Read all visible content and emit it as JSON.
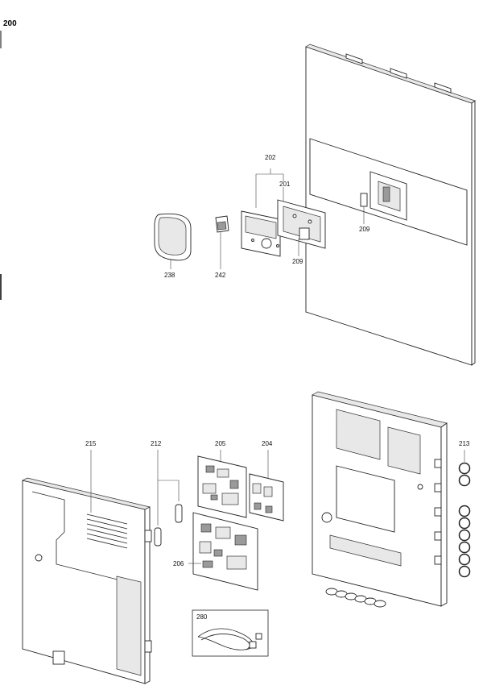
{
  "header": {
    "title": "200"
  },
  "callouts": {
    "c202": "202",
    "c201": "201",
    "c209a": "209",
    "c209b": "209",
    "c238": "238",
    "c242": "242",
    "c215": "215",
    "c212": "212",
    "c205": "205",
    "c204": "204",
    "c213": "213",
    "c206": "206",
    "c280": "280"
  }
}
